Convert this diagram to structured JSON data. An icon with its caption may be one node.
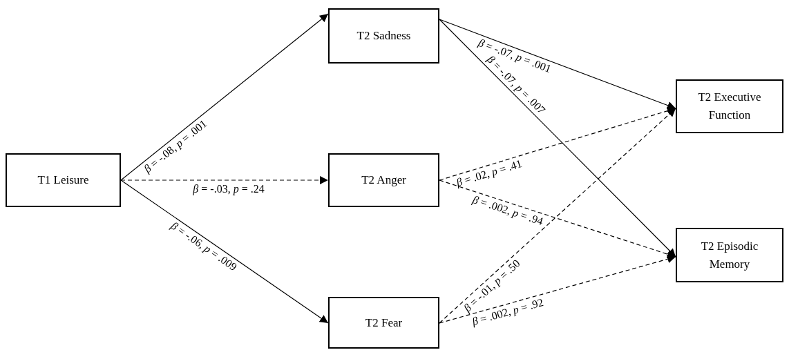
{
  "diagram": {
    "nodes": [
      {
        "text": [
          "T1 Leisure"
        ]
      },
      {
        "text": [
          "T2 Sadness"
        ]
      },
      {
        "text": [
          "T2 Anger"
        ]
      },
      {
        "text": [
          "T2 Fear"
        ]
      },
      {
        "text": [
          "T2 Executive Function"
        ]
      },
      {
        "text": [
          "T2 Episodic Memory"
        ]
      }
    ],
    "edges": [
      {
        "from": 0,
        "to": 1,
        "arrow": "to",
        "label": "*β* = -.08, *p* = .001"
      },
      {
        "from": 0,
        "to": 2,
        "arrow": "to",
        "label": "*β* = -.03, *p* = .24",
        "style": "dashed"
      },
      {
        "from": 0,
        "to": 3,
        "arrow": "to",
        "label": "*β* = -.06, *p* = .009"
      },
      {
        "from": 1,
        "to": 4,
        "arrow": "to",
        "label": "*β* = -.07, *p* = .001"
      },
      {
        "from": 1,
        "to": 5,
        "arrow": "to",
        "label": "*β* = -.07, *p* = .007"
      },
      {
        "from": 2,
        "to": 4,
        "arrow": "to",
        "label": "*β* = .02, *p* = .41",
        "style": "dashed"
      },
      {
        "from": 2,
        "to": 5,
        "arrow": "to",
        "label": "*β* = .002, *p* = .94",
        "style": "dashed"
      },
      {
        "from": 3,
        "to": 4,
        "arrow": "to",
        "label": "*β* = -.01, *p* = .50",
        "style": "dashed"
      },
      {
        "from": 3,
        "to": 5,
        "arrow": "to",
        "label": "*β* = .002, *p* = .92",
        "style": "dashed"
      }
    ]
  }
}
